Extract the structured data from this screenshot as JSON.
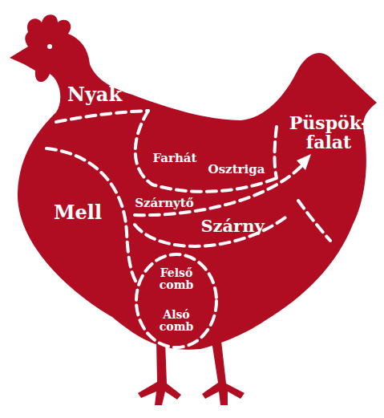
{
  "diagram": {
    "labels": [
      "Nyak",
      "Mell",
      "Farhát",
      "Osztriga",
      "Szárnytő",
      "Szárny",
      "Püspök- falat",
      "Felső comb",
      "Alsó comb"
    ]
  }
}
